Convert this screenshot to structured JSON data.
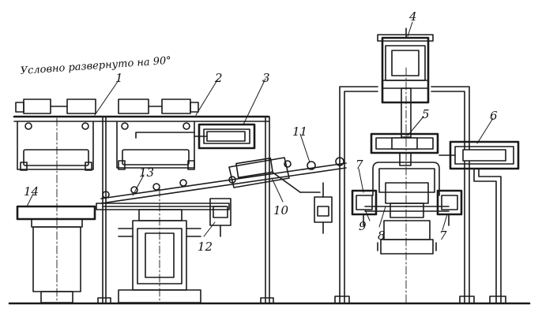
{
  "caption": "Условно развернуто на 90°",
  "labels": {
    "l1": "1",
    "l2": "2",
    "l3": "3",
    "l4": "4",
    "l5": "5",
    "l6": "6",
    "l7a": "7",
    "l7b": "7",
    "l8": "8",
    "l9": "9",
    "l10": "10",
    "l11": "11",
    "l12": "12",
    "l13": "13",
    "l14": "14"
  }
}
